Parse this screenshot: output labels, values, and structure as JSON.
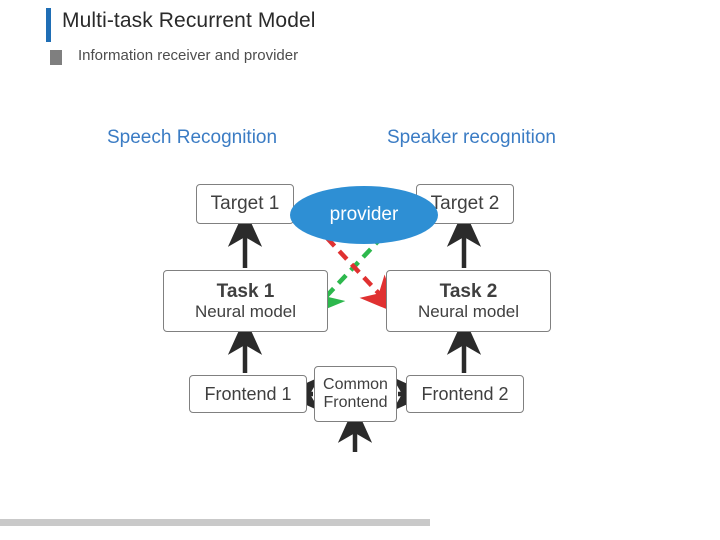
{
  "slide": {
    "title": "Multi-task Recurrent Model",
    "subtitle": "Information receiver and provider"
  },
  "headings": {
    "left": "Speech Recognition",
    "right": "Speaker recognition"
  },
  "diagram": {
    "type": "block-diagram",
    "nodes": [
      {
        "id": "target1",
        "label_line1": "Target 1",
        "label_line2": ""
      },
      {
        "id": "target2",
        "label_line1": "Target 2",
        "label_line2": ""
      },
      {
        "id": "task1",
        "label_line1": "Task 1",
        "label_line2": "Neural model"
      },
      {
        "id": "task2",
        "label_line1": "Task 2",
        "label_line2": "Neural model"
      },
      {
        "id": "frontend1",
        "label_line1": "Frontend 1",
        "label_line2": ""
      },
      {
        "id": "frontend2",
        "label_line1": "Frontend 2",
        "label_line2": ""
      },
      {
        "id": "common",
        "label_line1": "Common",
        "label_line2": "Frontend"
      }
    ],
    "overlay": {
      "ellipse_label": "provider"
    }
  },
  "colors": {
    "accent_blue": "#1f6eb5",
    "heading_blue": "#3b7cc4",
    "ellipse_fill": "#2e8fd4",
    "node_border": "#808080",
    "arrow_black": "#2b2b2b",
    "arrow_green": "#2db84d",
    "arrow_red": "#e03131",
    "bullet_gray": "#7f7f7f",
    "bottom_bar": "#c9c9c9"
  }
}
